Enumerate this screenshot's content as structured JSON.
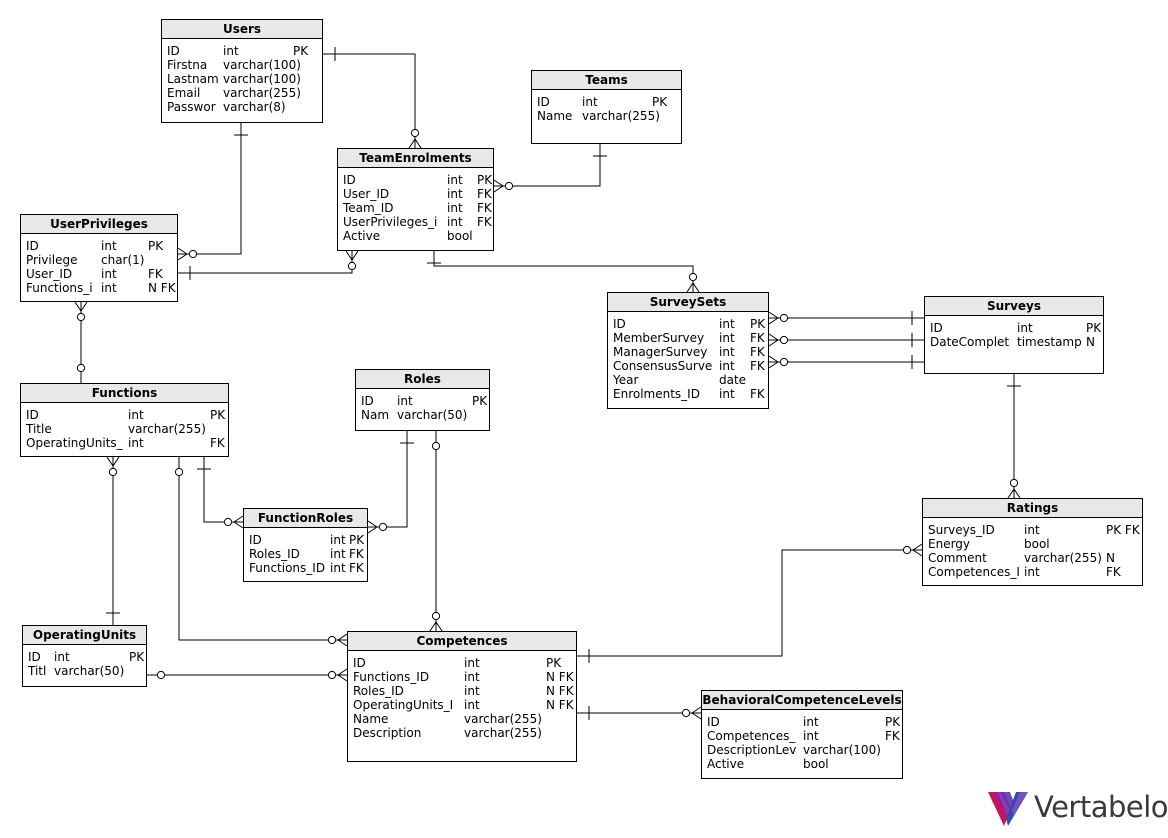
{
  "logo": {
    "text": "Vertabelo"
  },
  "entities": [
    {
      "key": "users",
      "title": "Users",
      "widths": [
        56,
        70
      ],
      "columns": [
        [
          "ID",
          "int",
          "PK"
        ],
        [
          "Firstna",
          "varchar(100)",
          ""
        ],
        [
          "Lastnam",
          "varchar(100)",
          ""
        ],
        [
          "Email",
          "varchar(255)",
          ""
        ],
        [
          "Passwor",
          "varchar(8)",
          ""
        ]
      ]
    },
    {
      "key": "teams",
      "title": "Teams",
      "widths": [
        45,
        70
      ],
      "columns": [
        [
          "ID",
          "int",
          "PK"
        ],
        [
          "Name",
          "varchar(255)",
          ""
        ]
      ]
    },
    {
      "key": "teamenrolments",
      "title": "TeamEnrolments",
      "widths": [
        104,
        30
      ],
      "columns": [
        [
          "ID",
          "int",
          "PK"
        ],
        [
          "User_ID",
          "int",
          "FK"
        ],
        [
          "Team_ID",
          "int",
          "FK"
        ],
        [
          "UserPrivileges_i",
          "int",
          "FK"
        ],
        [
          "Active",
          "bool",
          ""
        ]
      ]
    },
    {
      "key": "userprivileges",
      "title": "UserPrivileges",
      "widths": [
        75,
        47
      ],
      "columns": [
        [
          "ID",
          "int",
          "PK"
        ],
        [
          "Privilege",
          "char(1)",
          ""
        ],
        [
          "User_ID",
          "int",
          "FK"
        ],
        [
          "Functions_i",
          "int",
          "N FK"
        ]
      ]
    },
    {
      "key": "surveysets",
      "title": "SurveySets",
      "widths": [
        106,
        31
      ],
      "columns": [
        [
          "ID",
          "int",
          "PK"
        ],
        [
          "MemberSurvey",
          "int",
          "FK"
        ],
        [
          "ManagerSurvey",
          "int",
          "FK"
        ],
        [
          "ConsensusSurve",
          "int",
          "FK"
        ],
        [
          "Year",
          "date",
          ""
        ],
        [
          "Enrolments_ID",
          "int",
          "FK"
        ]
      ]
    },
    {
      "key": "surveys",
      "title": "Surveys",
      "widths": [
        87,
        69
      ],
      "columns": [
        [
          "ID",
          "int",
          "PK"
        ],
        [
          "DateComplet",
          "timestamp",
          "N"
        ]
      ]
    },
    {
      "key": "functions",
      "title": "Functions",
      "widths": [
        102,
        82
      ],
      "columns": [
        [
          "ID",
          "int",
          "PK"
        ],
        [
          "Title",
          "varchar(255)",
          ""
        ],
        [
          "OperatingUnits_",
          "int",
          "FK"
        ]
      ]
    },
    {
      "key": "roles",
      "title": "Roles",
      "widths": [
        36,
        75
      ],
      "columns": [
        [
          "ID",
          "int",
          "PK"
        ],
        [
          "Nam",
          "varchar(50)",
          ""
        ]
      ]
    },
    {
      "key": "functionroles",
      "title": "FunctionRoles",
      "widths": [
        81,
        19
      ],
      "columns": [
        [
          "ID",
          "int",
          "PK"
        ],
        [
          "Roles_ID",
          "int",
          "FK"
        ],
        [
          "Functions_ID",
          "int",
          "FK"
        ]
      ]
    },
    {
      "key": "ratings",
      "title": "Ratings",
      "widths": [
        96,
        82
      ],
      "columns": [
        [
          "Surveys_ID",
          "int",
          "PK FK"
        ],
        [
          "Energy",
          "bool",
          ""
        ],
        [
          "Comment",
          "varchar(255)",
          "N"
        ],
        [
          "Competences_I",
          "int",
          "FK"
        ]
      ]
    },
    {
      "key": "operatingunits",
      "title": "OperatingUnits",
      "widths": [
        26,
        75
      ],
      "columns": [
        [
          "ID",
          "int",
          "PK"
        ],
        [
          "Titl",
          "varchar(50)",
          ""
        ]
      ]
    },
    {
      "key": "competences",
      "title": "Competences",
      "widths": [
        111,
        82
      ],
      "columns": [
        [
          "ID",
          "int",
          "PK"
        ],
        [
          "Functions_ID",
          "int",
          "N FK"
        ],
        [
          "Roles_ID",
          "int",
          "N FK"
        ],
        [
          "OperatingUnits_I",
          "int",
          "N FK"
        ],
        [
          "Name",
          "varchar(255)",
          ""
        ],
        [
          "Description",
          "varchar(255)",
          ""
        ]
      ]
    },
    {
      "key": "behavioralcompetencelevels",
      "title": "BehavioralCompetenceLevels",
      "widths": [
        96,
        82
      ],
      "columns": [
        [
          "ID",
          "int",
          "PK"
        ],
        [
          "Competences_",
          "int",
          "FK"
        ],
        [
          "DescriptionLev",
          "varchar(100)",
          ""
        ],
        [
          "Active",
          "bool",
          ""
        ]
      ]
    }
  ]
}
